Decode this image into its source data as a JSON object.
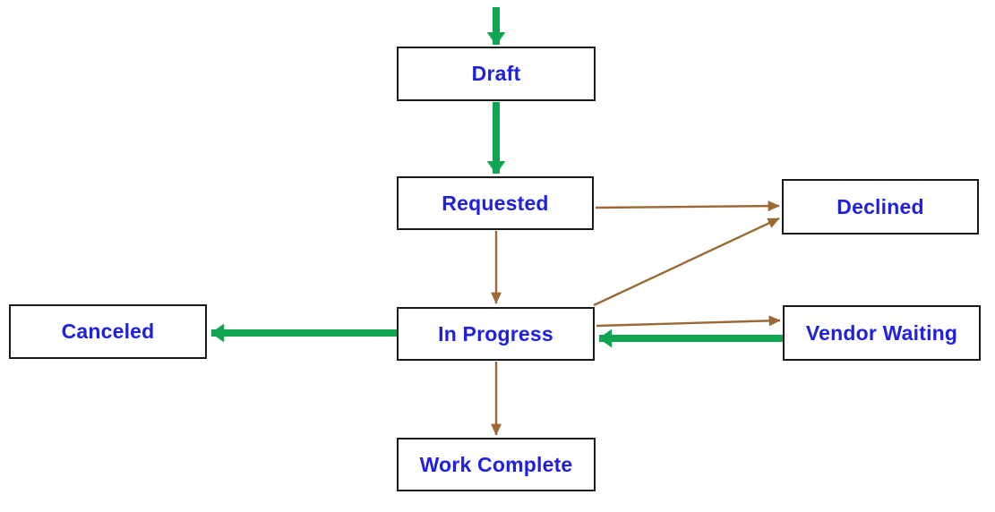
{
  "diagram": {
    "type": "flowchart",
    "background": "#ffffff",
    "colors": {
      "node_border": "#1a1a1a",
      "node_fill": "#ffffff",
      "label": "#2020e0",
      "green_arrow": "#10a550",
      "brown_arrow": "#9a6935"
    },
    "nodes": [
      {
        "id": "draft",
        "label": "Draft"
      },
      {
        "id": "requested",
        "label": "Requested"
      },
      {
        "id": "declined",
        "label": "Declined"
      },
      {
        "id": "canceled",
        "label": "Canceled"
      },
      {
        "id": "in-progress",
        "label": "In Progress"
      },
      {
        "id": "vendor-waiting",
        "label": "Vendor Waiting"
      },
      {
        "id": "work-complete",
        "label": "Work Complete"
      }
    ],
    "edges": [
      {
        "from": "start",
        "to": "draft",
        "style": "thick",
        "color": "green"
      },
      {
        "from": "draft",
        "to": "requested",
        "style": "thick",
        "color": "green"
      },
      {
        "from": "requested",
        "to": "declined",
        "style": "thin",
        "color": "brown"
      },
      {
        "from": "requested",
        "to": "in-progress",
        "style": "thin",
        "color": "brown"
      },
      {
        "from": "in-progress",
        "to": "declined",
        "style": "thin",
        "color": "brown"
      },
      {
        "from": "in-progress",
        "to": "vendor-waiting",
        "style": "thin",
        "color": "brown"
      },
      {
        "from": "vendor-waiting",
        "to": "in-progress",
        "style": "thick",
        "color": "green"
      },
      {
        "from": "in-progress",
        "to": "canceled",
        "style": "thick",
        "color": "green"
      },
      {
        "from": "in-progress",
        "to": "work-complete",
        "style": "thin",
        "color": "brown"
      }
    ]
  }
}
